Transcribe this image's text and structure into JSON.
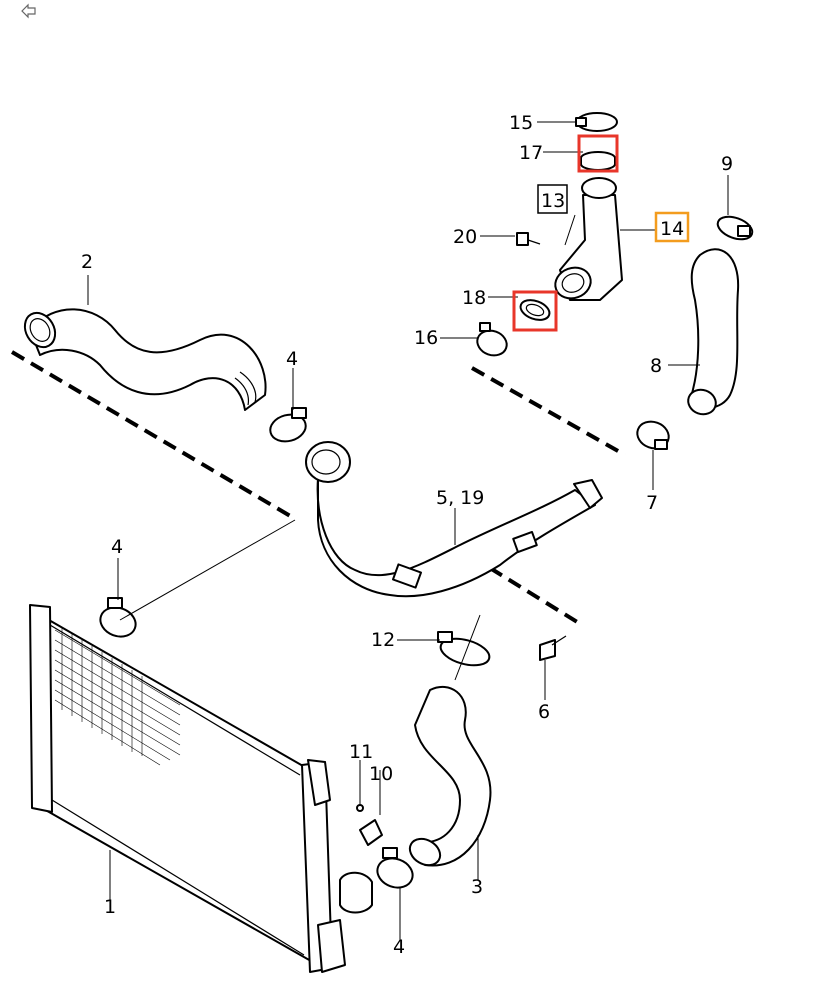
{
  "toolbar": {
    "back_icon": "back-arrow-icon"
  },
  "diagram": {
    "labels": {
      "l1": "1",
      "l2": "2",
      "l3": "3",
      "l4a": "4",
      "l4b": "4",
      "l4c": "4",
      "l5": "5, 19",
      "l6": "6",
      "l7": "7",
      "l8": "8",
      "l9": "9",
      "l10": "10",
      "l11": "11",
      "l12": "12",
      "l13": "13",
      "l14": "14",
      "l15": "15",
      "l16": "16",
      "l17": "17",
      "l18": "18",
      "l20": "20"
    },
    "highlight_colors": {
      "red": "#e8362a",
      "orange": "#f39c1e",
      "box": "#000000"
    }
  }
}
